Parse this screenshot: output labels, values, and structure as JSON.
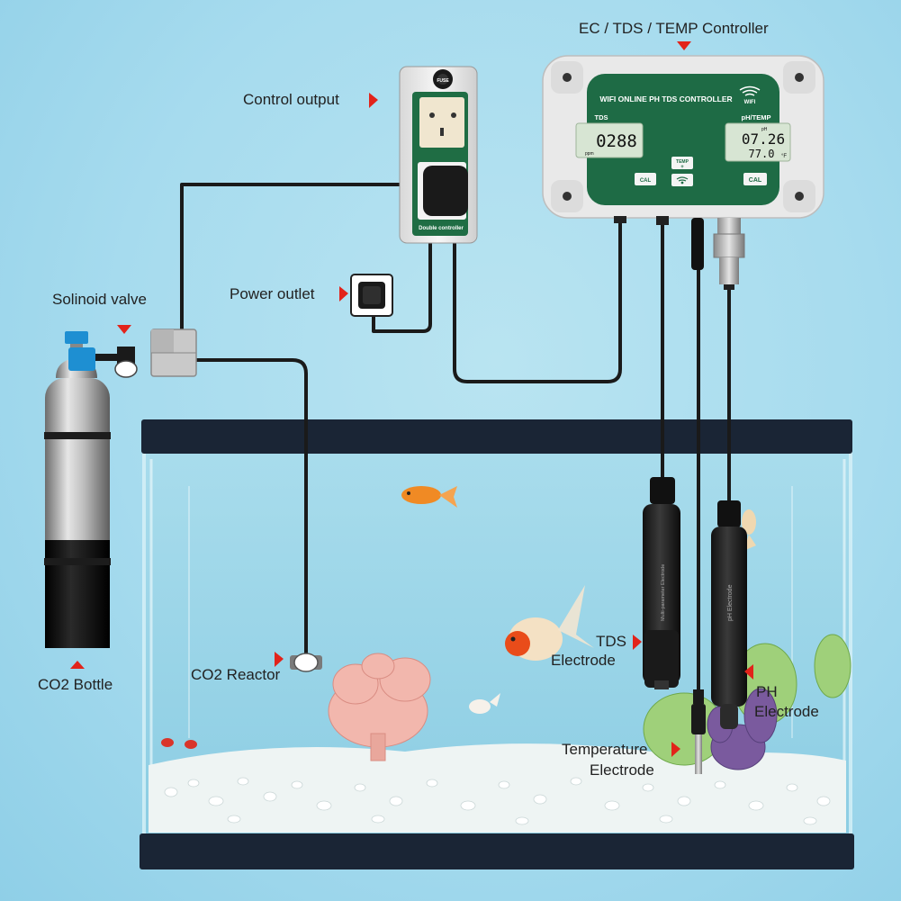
{
  "labels": {
    "controller": "EC / TDS / TEMP Controller",
    "control_output": "Control output",
    "power_outlet": "Power outlet",
    "solenoid_valve": "Solinoid valve",
    "co2_bottle": "CO2 Bottle",
    "co2_reactor": "CO2 Reactor",
    "tds_electrode_line1": "TDS",
    "tds_electrode_line2": "Electrode",
    "ph_electrode_line1": "PH",
    "ph_electrode_line2": "Electrode",
    "temp_electrode_line1": "Temperature",
    "temp_electrode_line2": "Electrode"
  },
  "controller_panel": {
    "title": "WIFI ONLINE PH TDS CONTROLLER",
    "wifi_text": "WIFI",
    "tds_label": "TDS",
    "tds_value": "0288",
    "tds_unit": "ppm",
    "ph_label": "pH/TEMP",
    "ph_unit": "pH",
    "ph_value": "07.26",
    "temp_value": "77.0",
    "temp_unit": "°F",
    "cal_left": "CAL",
    "cal_right": "CAL",
    "temp_button": "TEMP",
    "temp_button_sign": "+"
  },
  "outlet_box": {
    "fuse_label": "FUSE",
    "footer": "Double controller"
  },
  "probes": {
    "tds_body_text": "Multi-parameter Electrode",
    "ph_body_text": "pH Electrode"
  },
  "colors": {
    "accent_arrow": "#e2231a",
    "controller_green": "#1e6b45",
    "lcd": "#d7e5d3",
    "cable": "#1a1a1a",
    "background": "#a6dbee"
  }
}
